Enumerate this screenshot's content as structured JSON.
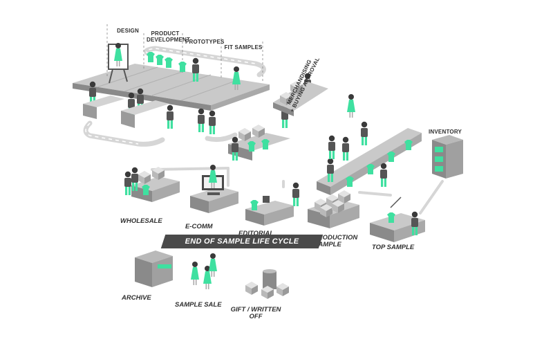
{
  "colors": {
    "accent": "#3fe0a0",
    "accent_dark": "#2bc487",
    "table_light": "#c9c9c9",
    "table_mid": "#a9a9a9",
    "table_dark": "#7e7e7e",
    "track": "#d6d6d6",
    "figure": "#4a4a4a",
    "banner": "#4a4a4a"
  },
  "stages": {
    "design": "DESIGN",
    "product_development_1": "PRODUCT",
    "product_development_2": "DEVELOPMENT",
    "prototypes": "PROTOTYPES",
    "fit_samples": "FIT SAMPLES"
  },
  "merchandising": {
    "line1": "MERCHANDISING",
    "line2": "+ BUYING APPROVAL"
  },
  "inventory": "INVENTORY",
  "destinations": {
    "wholesale": "WHOLESALE",
    "ecomm": "E-COMM",
    "editorial": "EDITORIAL",
    "pre_production_1": "PRE-PRODUCTION",
    "pre_production_2": "SAMPLE",
    "top_sample": "TOP SAMPLE"
  },
  "banner": "END OF SAMPLE LIFE CYCLE",
  "end_of_life": {
    "archive": "ARCHIVE",
    "sample_sale": "SAMPLE SALE",
    "gift_1": "GIFT / WRITTEN",
    "gift_2": "OFF"
  }
}
